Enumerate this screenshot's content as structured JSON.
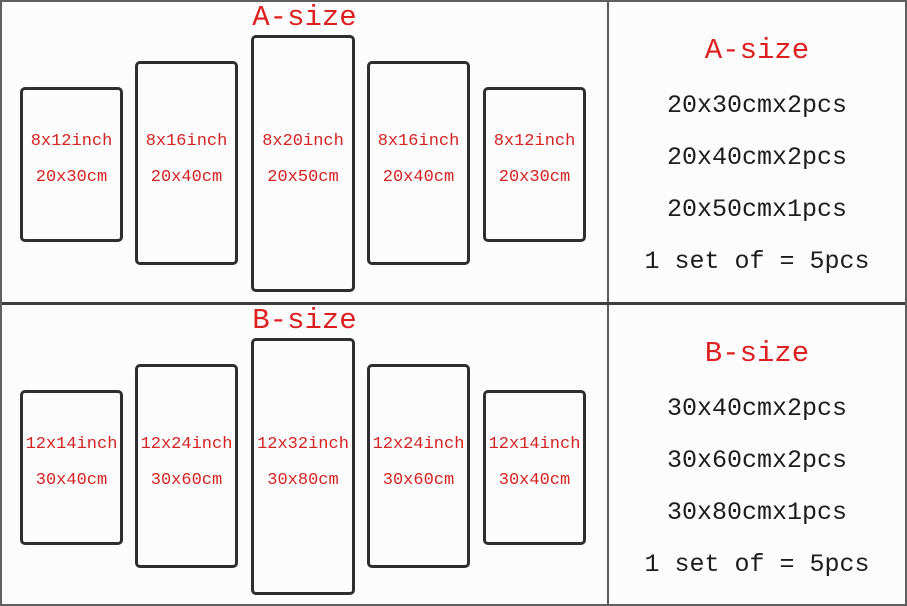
{
  "colors": {
    "accent_red": "#dd1f1f",
    "label_red": "#d42222",
    "text_black": "#1c1c1c",
    "panel_border": "#2e2e2e",
    "divider_gray": "#5a5a5a",
    "background": "#fcfcfc"
  },
  "sections": [
    {
      "title": "A-size",
      "panels": [
        {
          "inch": "8x12inch",
          "cm": "20x30cm"
        },
        {
          "inch": "8x16inch",
          "cm": "20x40cm"
        },
        {
          "inch": "8x20inch",
          "cm": "20x50cm"
        },
        {
          "inch": "8x16inch",
          "cm": "20x40cm"
        },
        {
          "inch": "8x12inch",
          "cm": "20x30cm"
        }
      ],
      "summary_title": "A-size",
      "summary_lines": [
        "20x30cmx2pcs",
        "20x40cmx2pcs",
        "20x50cmx1pcs",
        "1 set of = 5pcs"
      ]
    },
    {
      "title": "B-size",
      "panels": [
        {
          "inch": "12x14inch",
          "cm": "30x40cm"
        },
        {
          "inch": "12x24inch",
          "cm": "30x60cm"
        },
        {
          "inch": "12x32inch",
          "cm": "30x80cm"
        },
        {
          "inch": "12x24inch",
          "cm": "30x60cm"
        },
        {
          "inch": "12x14inch",
          "cm": "30x40cm"
        }
      ],
      "summary_title": "B-size",
      "summary_lines": [
        "30x40cmx2pcs",
        "30x60cmx2pcs",
        "30x80cmx1pcs",
        "1 set of = 5pcs"
      ]
    }
  ]
}
